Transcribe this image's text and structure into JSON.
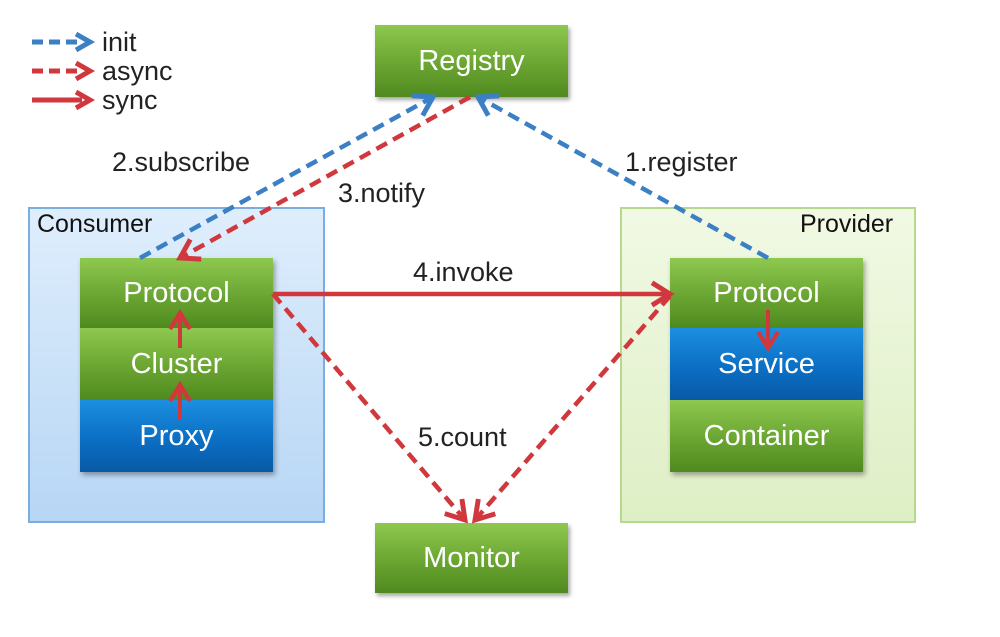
{
  "legend": {
    "items": [
      {
        "label": "init",
        "style": "dashed",
        "color": "#3b7fc4"
      },
      {
        "label": "async",
        "style": "dashed",
        "color": "#d0383d"
      },
      {
        "label": "sync",
        "style": "solid",
        "color": "#d0383d"
      }
    ]
  },
  "nodes": {
    "registry": "Registry",
    "monitor": "Monitor",
    "consumer": {
      "title": "Consumer",
      "layers": [
        "Protocol",
        "Cluster",
        "Proxy"
      ]
    },
    "provider": {
      "title": "Provider",
      "layers": [
        "Protocol",
        "Service",
        "Container"
      ]
    }
  },
  "edges": {
    "register": "1.register",
    "subscribe": "2.subscribe",
    "notify": "3.notify",
    "invoke": "4.invoke",
    "count": "5.count"
  },
  "colors": {
    "init": "#3b7fc4",
    "call": "#d0383d",
    "green_box": "#6aa532",
    "blue_box": "#0b6fc4"
  }
}
